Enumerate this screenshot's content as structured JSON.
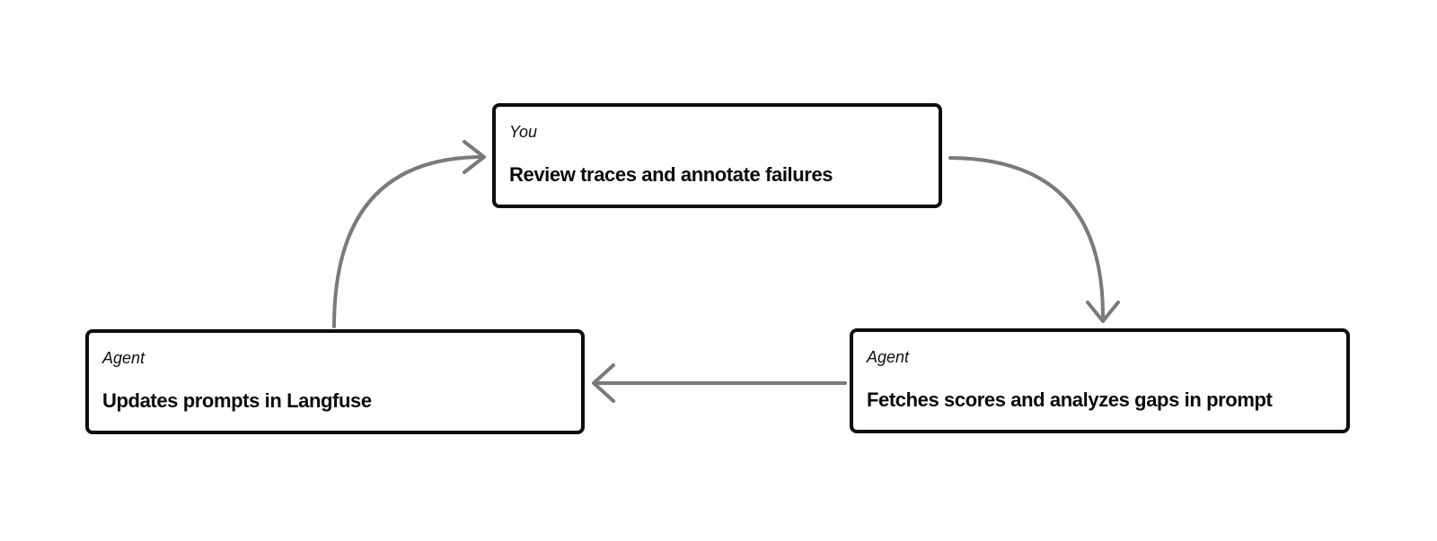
{
  "theme": {
    "background": "#fefefe",
    "node_border": "#0d0d0d",
    "node_background": "#ffffff",
    "arrow_color": "#7a7a7a",
    "role_text_color": "#111111",
    "title_text_color": "#0a0a0a"
  },
  "nodes": [
    {
      "id": "review-traces",
      "role": "You",
      "title": "Review traces and annotate failures"
    },
    {
      "id": "updates-prompts",
      "role": "Agent",
      "title": "Updates prompts in Langfuse"
    },
    {
      "id": "fetches-scores",
      "role": "Agent",
      "title": "Fetches scores and analyzes gaps in prompt"
    }
  ],
  "edges": [
    {
      "from": "updates-prompts",
      "to": "review-traces",
      "style": "curved",
      "direction": "up-right"
    },
    {
      "from": "review-traces",
      "to": "fetches-scores",
      "style": "curved",
      "direction": "down-right"
    },
    {
      "from": "fetches-scores",
      "to": "updates-prompts",
      "style": "straight",
      "direction": "left"
    }
  ]
}
